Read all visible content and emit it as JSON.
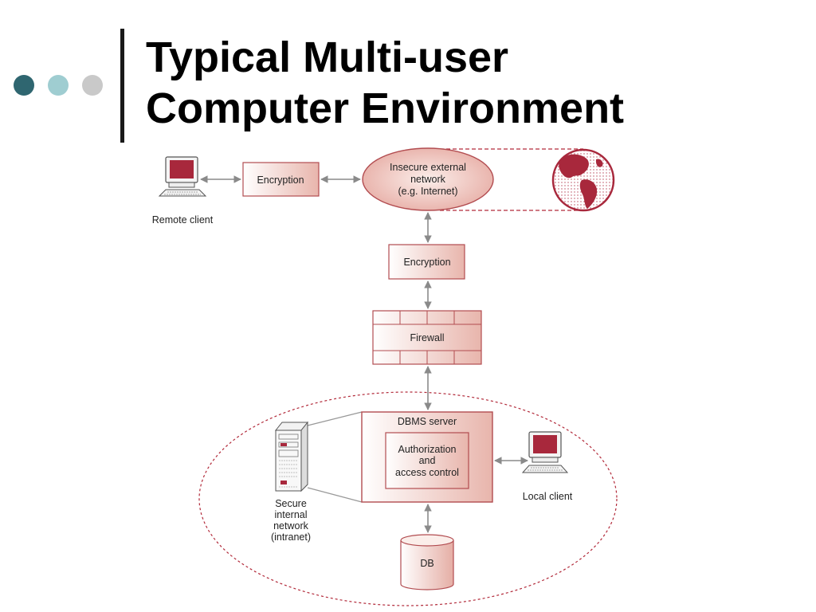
{
  "slide": {
    "title_lines": [
      "Typical Multi-user",
      "Computer Environment"
    ],
    "bullet_dot_colors": [
      "#2f6670",
      "#9fcdd1",
      "#c9c9c9"
    ]
  },
  "diagram": {
    "colors": {
      "box_fill": "#f0cdc7",
      "box_stroke": "#b24c50",
      "arrow": "#8a8a8a",
      "dashed_outline": "#b22a3a",
      "globe": "#a8283c"
    },
    "remote_client_label": "Remote client",
    "encryption_top_label": "Encryption",
    "external_network_lines": [
      "Insecure external",
      "network",
      "(e.g. Internet)"
    ],
    "encryption_mid_label": "Encryption",
    "firewall_label": "Firewall",
    "dbms_server_label": "DBMS server",
    "auth_lines": [
      "Authorization",
      "and",
      "access control"
    ],
    "local_client_label": "Local client",
    "intranet_lines": [
      "Secure",
      "internal",
      "network",
      "(intranet)"
    ],
    "db_label": "DB",
    "icons": {
      "remote_client": "computer-icon",
      "local_client": "computer-icon",
      "server": "server-rack-icon",
      "globe": "globe-icon"
    }
  }
}
